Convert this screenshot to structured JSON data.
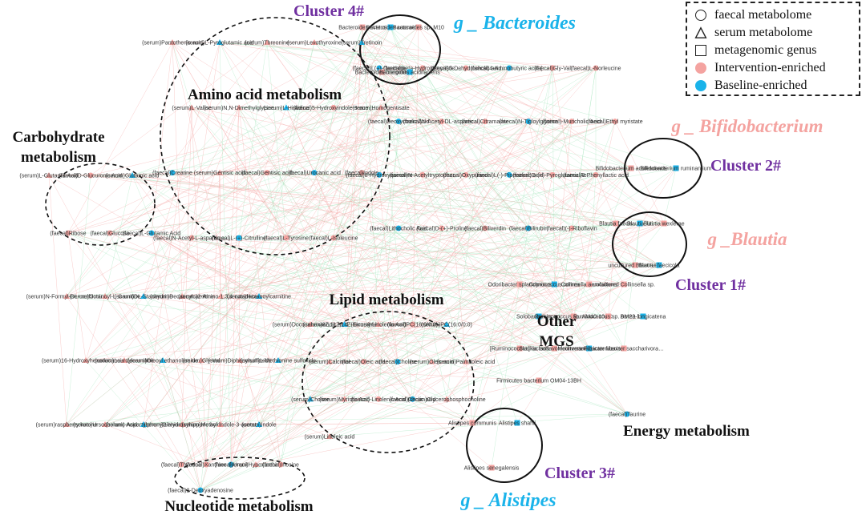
{
  "colors": {
    "intervention": "#f4a3a0",
    "baseline": "#1ab3ea",
    "edge_positive": "#f4a3a0",
    "edge_negative": "#9fe3b8",
    "cluster_label": "#7030a0",
    "genus_blue": "#1ab3ea",
    "genus_pink": "#f4a3a0"
  },
  "legend": {
    "items": [
      {
        "symbol": "circle-outline",
        "label": "faecal metabolome"
      },
      {
        "symbol": "triangle-outline",
        "label": "serum metabolome"
      },
      {
        "symbol": "square-outline",
        "label": "metagenomic genus"
      },
      {
        "symbol": "filled-circle-pink",
        "label": "Intervention-enriched"
      },
      {
        "symbol": "filled-circle-blue",
        "label": "Baseline-enriched"
      }
    ]
  },
  "groups": [
    {
      "id": "amino",
      "label": "Amino acid metabolism"
    },
    {
      "id": "carb",
      "label": "Carbohydrate metabolism"
    },
    {
      "id": "lipid",
      "label": "Lipid metabolism"
    },
    {
      "id": "nucleotide",
      "label": "Nucleotide metabolism"
    },
    {
      "id": "energy",
      "label": "Energy metabolism"
    },
    {
      "id": "other",
      "label": "Other MGS"
    }
  ],
  "clusters": [
    {
      "id": "c4",
      "label": "Cluster 4#",
      "genus": "g _ Bacteroides",
      "genus_color": "blue",
      "members": [
        "Bacteroides ovatus",
        "Bacteroides caccae",
        "Bacteroides sp. M10",
        "Bacteroides finegoldii",
        "Bacteroides acidifaciens"
      ]
    },
    {
      "id": "c2",
      "label": "Cluster 2#",
      "genus": "g _ Bifidobacterium",
      "genus_color": "pink",
      "members": [
        "Bifidobacterium adolescentis",
        "Bifidobacterium ruminantium"
      ]
    },
    {
      "id": "c1",
      "label": "Cluster 1#",
      "genus": "g _Blautia",
      "genus_color": "pink",
      "members": [
        "Blautia faecis",
        "Blautia luti",
        "Blautia wexlerae",
        "uncultured Blautia sp.",
        "Blautia faecicola"
      ]
    },
    {
      "id": "c3",
      "label": "Cluster 3#",
      "genus": "g _ Alistipes",
      "genus_color": "blue",
      "members": [
        "Alistipes communis",
        "Alistipes shahii",
        "Alistipes senegalensis"
      ]
    }
  ],
  "nodes": {
    "amino": [
      "(serum)Pantothenic acid",
      "(serum)L-Pyroglutamic acid",
      "(serum)Threonine",
      "(serum)Levothyroxine",
      "(serum)Tretinoin",
      "(serum)L-Valine",
      "(serum)N,N-Dimethylglycine",
      "(serum)L-Histidine",
      "(faecal)5-Hydroxyindole-3-acetic acid",
      "(serum)Homogentisate",
      "(faecal)Creatine",
      "(serum)Gentisic acid",
      "(faecal)Gentisic acid",
      "(faecal)Urocanic acid",
      "(faecal)Indole",
      "(faecal)N-Acetyl-L-aspartic acid",
      "(faecal)L-(+)-Citrulline",
      "(faecal)L-Tyrosine",
      "(faecal)L-Isoleucine"
    ],
    "carb": [
      "(serum)L-Glutamic Acid",
      "(faecal)D-Glucuronic Acid",
      "(serum)Glutamic acid",
      "(faecal)Ribose",
      "(faecal)Glucose",
      "(faecal)L-Glutamic Acid"
    ],
    "middle": [
      "(faecal)L(+)-Ornithine",
      "(faecal)beta-Hydroxymyristic acid",
      "(faecal)3-Dehydrocholic acid",
      "(faecal)4-Aminobutyric acid (GABA)",
      "(faecal)Gly-Val",
      "(faecal)L-Norleucine",
      "(faecal)Deoxycholic Acid",
      "(faecal)N-Acetyl-DL-aspartic acid",
      "(faecal)Citramalate",
      "(faecal)N-Tigloylglycine",
      "(faecal)-Muricholic Acid",
      "(faecal)Ethyl myristate",
      "(faecal)8-Hydroxyquinoline",
      "(faecal)N-Acetyltryptophan",
      "(faecal)Oxypurinol",
      "(faecal)L(-)-Pipecolinic acid",
      "(faecal)D-(+)-Pyroglutamic Acid",
      "(faecal)3-Phenyllactic acid",
      "(faecal)Lithocholic Acid",
      "(faecal)D-(+)-Proline",
      "(faecal)Biliverdin",
      "(faecal)Bilirubin",
      "(faecal)(-)-Riboflavin"
    ],
    "left": [
      "(serum)N-Formyl-DL-methionine",
      "(serum)Octanoyl-L-Carnitine",
      "(serum)DL-Stachydrine",
      "(serum)Decanoylcarnitine",
      "(serum)2-Amino-1,3,4-octadecanetriol",
      "(serum)Hexanoylcarnitine",
      "(serum)16-Hydroxyhexadecanoic acid",
      "(serum)Lauroylcarnitine",
      "(serum)Oleoyl ethanolamide",
      "(serum)Gly-Val",
      "(serum)Diphenylsulfoxide",
      "(serum)L-Methionine sulfoxide",
      "(serum)raspberry ketone",
      "(serum)Ursocholanic Acid",
      "(serum)-Aspartylphenylalanine",
      "(serum)2-Hydroxyhippuric acid",
      "(serum)Methyl Indole-3-acetate",
      "(serum)Indole"
    ],
    "lipid": [
      "(serum)Docosahexaenoic acid",
      "(serum)8Z,11Z,14Z-Eicosatrienoic acid",
      "(serum)-Linolenic Acid",
      "(faecal)PC(16:0/0:0)",
      "(serum)PC(16:0/0:0)",
      "(serum)Calcitriol",
      "(faecal)Oleic acid",
      "(faecal)Choline",
      "(serum)Oleic acid",
      "(serum)Palmitoleic acid",
      "(serum)Choline",
      "(serum)Myristic Acid",
      "(faecal)-Linolenic Acid",
      "(faecal)Cholic acid",
      "(serum)Glycerophosphocholine",
      "(serum)Linoleic acid"
    ],
    "other": [
      "Odoribacter splanchnicus",
      "Coprococcus comes",
      "Collinsella aerofaciens",
      "uncultured Collinsella sp.",
      "Solobacterium sp.",
      "Ruminococcus sp. AM40-10AC",
      "Ruminococcus sp. AM22-13",
      "Dorea longicatena",
      "[Ruminococcus] lactaris",
      "Slackia isoflavoniconvertens",
      "Mediterraneibacter faecis",
      "Fusicatenibacter saccharivorans",
      "Firmicutes bacterium OM04-13BH"
    ],
    "nucleotide": [
      "(faecal)Thymine",
      "(faecal)Xanthine",
      "(faecal)Uracil",
      "(serum)Hypoxanthine",
      "(faecal)Inosine",
      "(faecal)2-Deoxyadenosine"
    ],
    "energy": [
      "(faecal)Taurine"
    ]
  }
}
